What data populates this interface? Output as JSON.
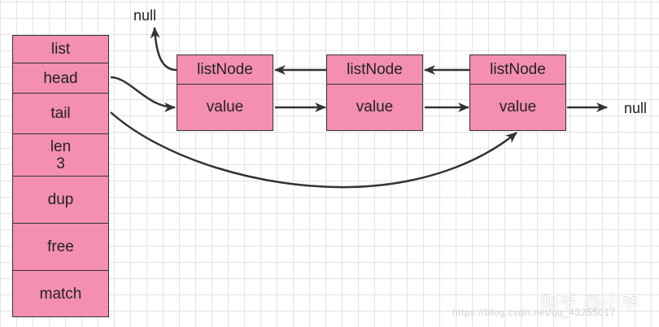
{
  "list": {
    "fields": [
      "list",
      "head",
      "tail",
      "len\n3",
      "dup",
      "free",
      "match"
    ]
  },
  "nodes": [
    {
      "title": "listNode",
      "value": "value"
    },
    {
      "title": "listNode",
      "value": "value"
    },
    {
      "title": "listNode",
      "value": "value"
    }
  ],
  "labels": {
    "null_top": "null",
    "null_right": "null"
  },
  "watermark": "知乎 @小李",
  "url_text": "https://blog.csdn.net/qq_43255017",
  "colors": {
    "box_fill": "#f48fb1",
    "stroke": "#333333"
  }
}
